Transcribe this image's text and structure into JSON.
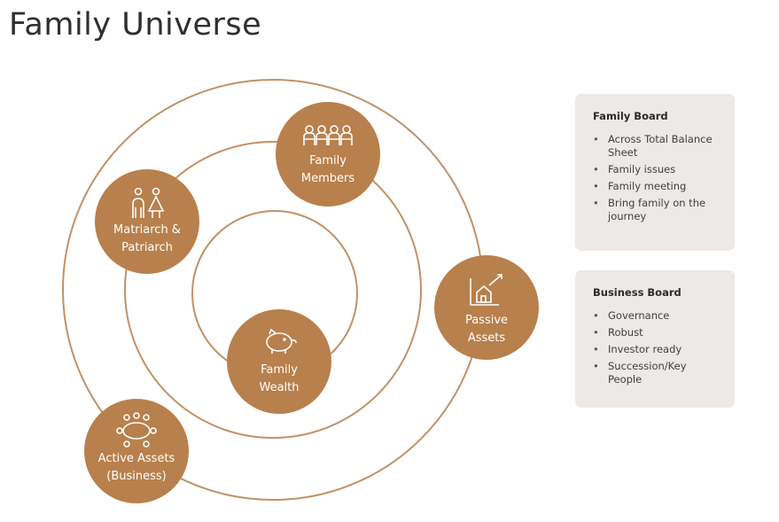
{
  "title": "Family Universe",
  "colors": {
    "accent": "#b8804c",
    "ring": "#c29166",
    "card_bg": "#ece9e6"
  },
  "nodes": {
    "members": {
      "icon": "family-members-icon",
      "lines": [
        "Family",
        "Members"
      ]
    },
    "matriarch": {
      "icon": "matriarch-patriarch-icon",
      "lines": [
        "Matriarch &",
        "Patriarch"
      ]
    },
    "passive": {
      "icon": "house-chart-icon",
      "lines": [
        "Passive",
        "Assets"
      ]
    },
    "wealth": {
      "icon": "piggy-bank-icon",
      "lines": [
        "Family",
        "Wealth"
      ]
    },
    "active": {
      "icon": "boardroom-table-icon",
      "lines": [
        "Active Assets",
        "(Business)"
      ]
    }
  },
  "family_board": {
    "title": "Family Board",
    "items": [
      "Across Total Balance Sheet",
      "Family issues",
      "Family meeting",
      "Bring family on the journey"
    ]
  },
  "business_board": {
    "title": "Business Board",
    "items": [
      "Governance",
      "Robust",
      "Investor ready",
      "Succession/Key People"
    ]
  }
}
